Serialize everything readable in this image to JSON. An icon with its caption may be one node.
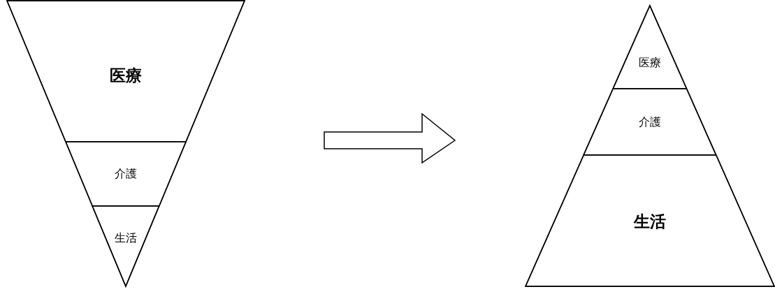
{
  "diagram": {
    "nodes": [
      {
        "text": [],
        "shape": "triangle"
      },
      {
        "text": [
          "医療"
        ],
        "in": 0
      },
      {
        "text": [
          "介護"
        ],
        "in": 0
      },
      {
        "text": [
          "生活"
        ],
        "in": 0
      },
      {
        "text": [],
        "shape": "triangle"
      },
      {
        "text": [
          "医療"
        ],
        "in": 4
      },
      {
        "text": [
          "介護"
        ],
        "in": 4
      },
      {
        "text": [
          "生活"
        ],
        "in": 4
      }
    ],
    "edges": [
      {
        "from": 0,
        "to": 4,
        "arrow": "to"
      }
    ]
  }
}
